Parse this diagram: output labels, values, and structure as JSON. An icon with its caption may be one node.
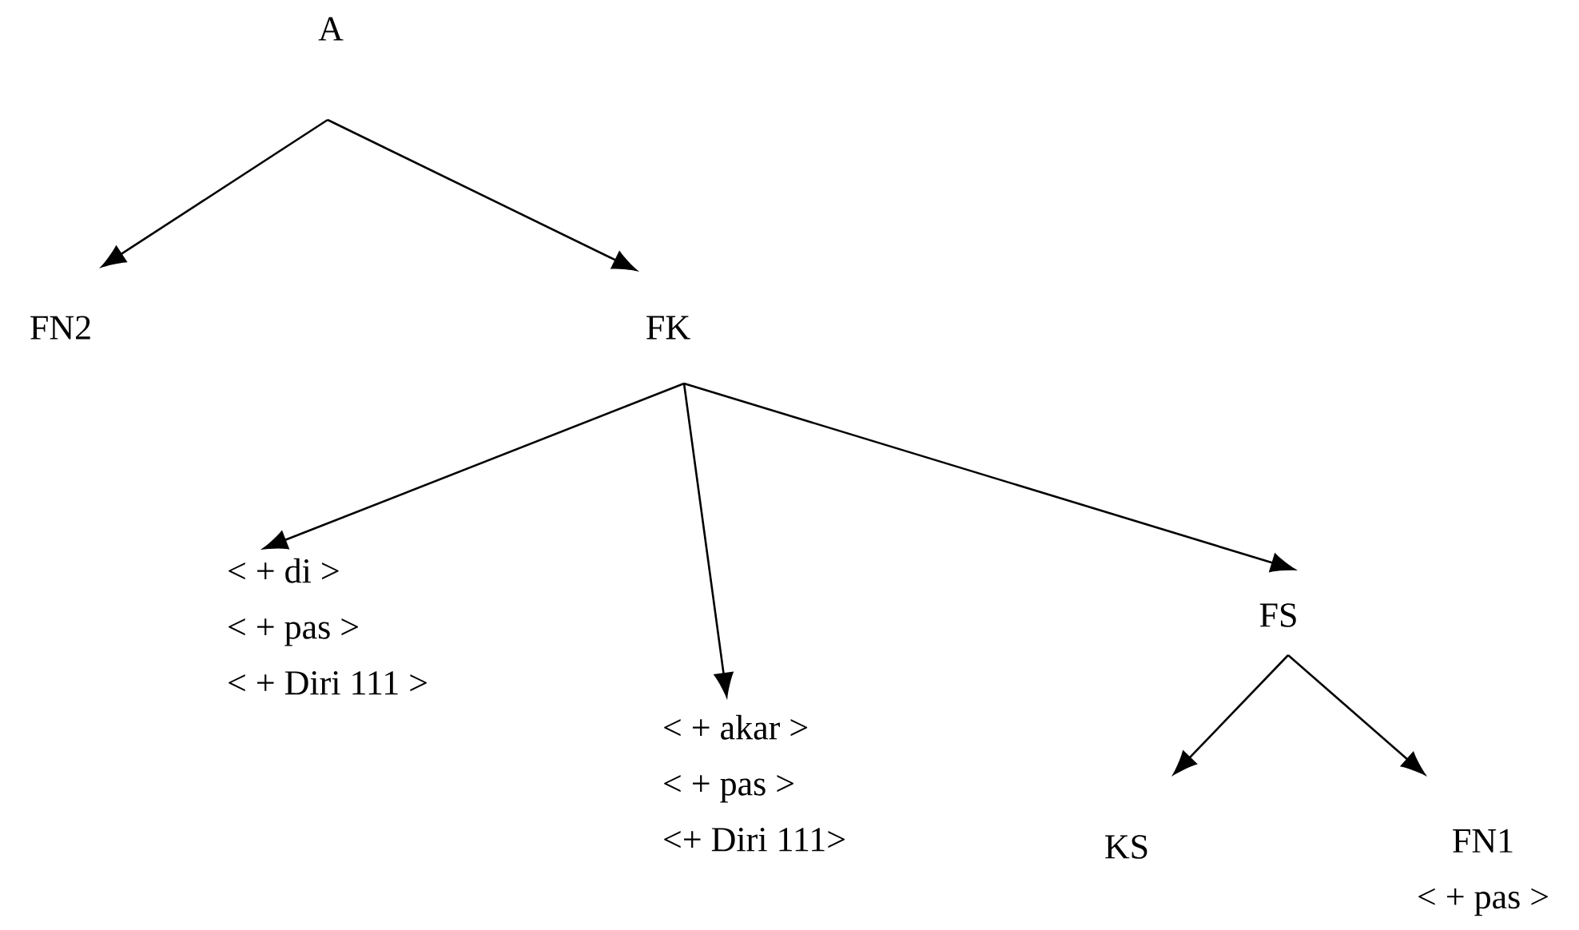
{
  "diagram": {
    "nodes": [
      {
        "text": [
          "A"
        ]
      },
      {
        "text": [
          "FN2"
        ]
      },
      {
        "text": [
          "FK"
        ]
      },
      {
        "text": [
          "< + di >",
          "< + pas >",
          "< + Diri 111 >"
        ]
      },
      {
        "text": [
          "< + akar >",
          "< + pas >",
          "<+ Diri 111>"
        ]
      },
      {
        "text": [
          "FS"
        ]
      },
      {
        "text": [
          "KS"
        ]
      },
      {
        "text": [
          "FN1",
          "< + pas >"
        ]
      }
    ],
    "edges": [
      {
        "from": 0,
        "to": 1,
        "arrow": "to"
      },
      {
        "from": 0,
        "to": 2,
        "arrow": "to"
      },
      {
        "from": 2,
        "to": 3,
        "arrow": "to"
      },
      {
        "from": 2,
        "to": 4,
        "arrow": "to"
      },
      {
        "from": 2,
        "to": 5,
        "arrow": "to"
      },
      {
        "from": 5,
        "to": 6,
        "arrow": "to"
      },
      {
        "from": 5,
        "to": 7,
        "arrow": "to"
      }
    ]
  }
}
